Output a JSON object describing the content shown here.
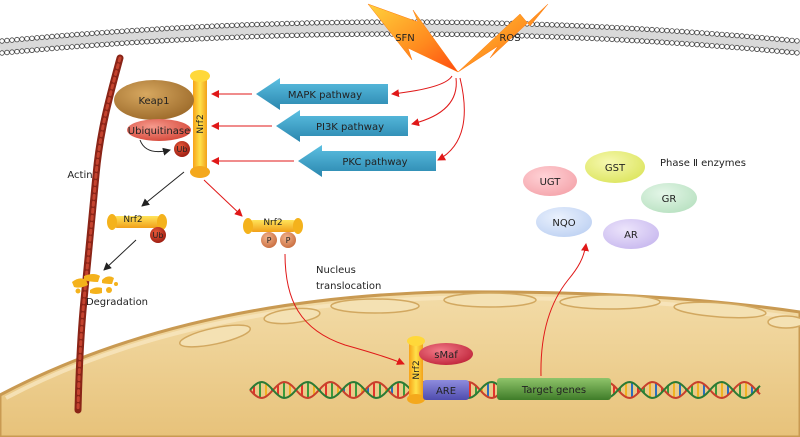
{
  "stimuli": {
    "sfn": "SFN",
    "ros": "ROS"
  },
  "pathways": {
    "mapk": "MAPK pathway",
    "pi3k": "PI3K pathway",
    "pkc": "PKC pathway"
  },
  "complex": {
    "keap1": "Keap1",
    "ubiquitinase": "Ubiquitinase",
    "ub": "Ub",
    "nrf2": "Nrf2",
    "actin": "Actin"
  },
  "degradation": {
    "nrf2": "Nrf2",
    "ub": "Ub",
    "label": "Degradation"
  },
  "phospho": {
    "nrf2": "Nrf2",
    "p1": "P",
    "p2": "P"
  },
  "translocation": {
    "line1": "Nucleus",
    "line2": "translocation"
  },
  "nucleus": {
    "nrf2": "Nrf2",
    "smaf": "sMaf",
    "are": "ARE",
    "target_genes": "Target genes"
  },
  "enzymes": {
    "title": "Phase Ⅱ enzymes",
    "ugt": "UGT",
    "gst": "GST",
    "gr": "GR",
    "nqo": "NQO",
    "ar": "AR"
  },
  "colors": {
    "pathway_arrow": "#3a9ec4",
    "keap1": "#b8863b",
    "nrf2": "#f4c518",
    "ubiquitinase": "#e86a5a",
    "ub": "#c0281c",
    "smaf": "#d8394b",
    "are": "#6b69c7",
    "target_genes": "#5f9b3e",
    "nucleus": "#f1d79f",
    "signal_arrow": "#e01818"
  }
}
